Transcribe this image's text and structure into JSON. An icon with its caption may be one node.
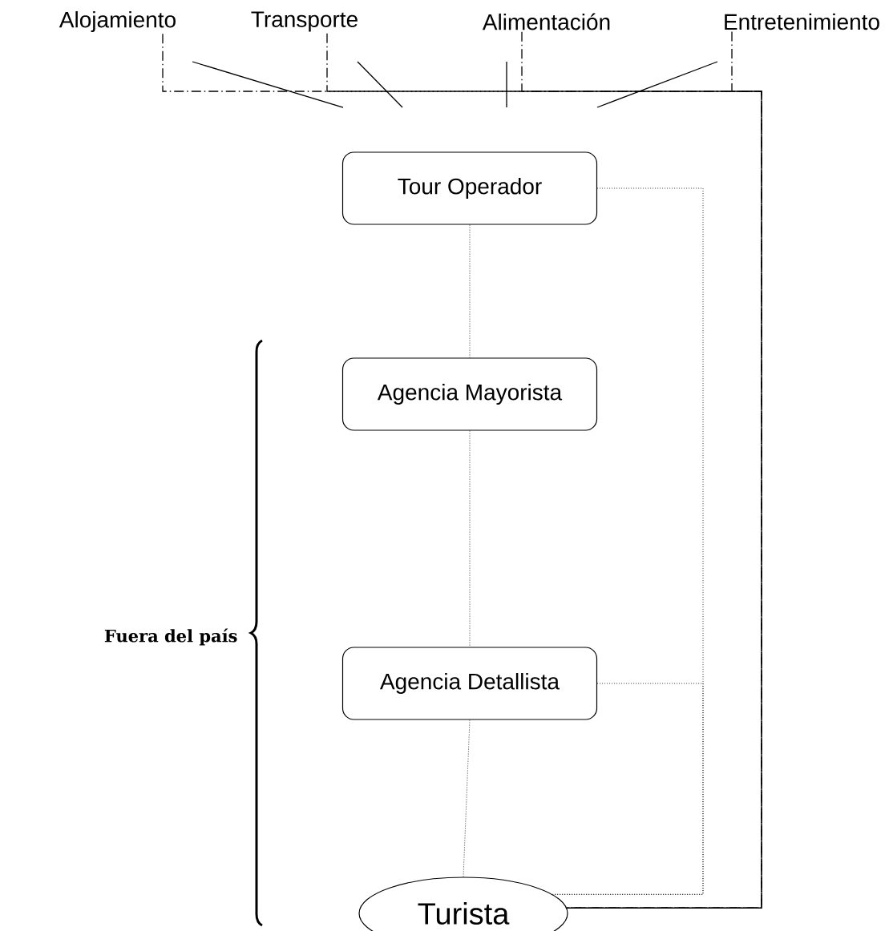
{
  "diagram": {
    "nodes": [
      {
        "text": [
          "Alojamiento"
        ]
      },
      {
        "text": [
          "Transporte"
        ]
      },
      {
        "text": [
          "Alimentación"
        ]
      },
      {
        "text": [
          "Entretenimiento"
        ]
      },
      {
        "text": [
          "Tour Operador"
        ]
      },
      {
        "text": [
          "Agencia Mayorista"
        ]
      },
      {
        "text": [
          "Agencia Detallista"
        ]
      },
      {
        "text": [
          "Turista"
        ]
      }
    ],
    "edges": [
      {
        "from": 4,
        "to": 5,
        "arrow": "none"
      },
      {
        "from": 5,
        "to": 6,
        "arrow": "none"
      },
      {
        "from": 6,
        "to": 7,
        "arrow": "none"
      },
      {
        "from": 4,
        "to": 7,
        "arrow": "none"
      },
      {
        "from": 6,
        "to": 7,
        "arrow": "none"
      },
      {
        "from": 0,
        "to": 7,
        "arrow": "none",
        "style": "dashed"
      },
      {
        "from": 1,
        "to": 7,
        "arrow": "none",
        "style": "dashed"
      },
      {
        "from": 2,
        "to": 7,
        "arrow": "none",
        "style": "dashed"
      },
      {
        "from": 3,
        "to": 7,
        "arrow": "none",
        "style": "dashed"
      }
    ],
    "labels": [
      "Fuera del país"
    ]
  }
}
